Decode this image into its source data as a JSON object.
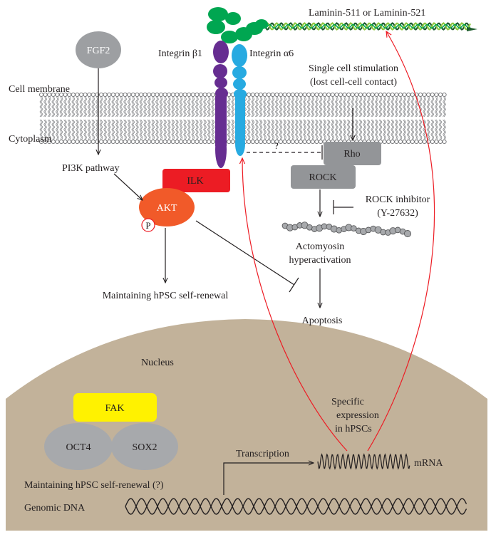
{
  "labels": {
    "laminin": "Laminin-511 or Laminin-521",
    "integrin_b1": "Integrin β1",
    "integrin_a6": "Integrin α6",
    "fgf2": "FGF2",
    "cell_membrane": "Cell membrane",
    "cytoplasm": "Cytoplasm",
    "pi3k": "PI3K pathway",
    "ilk": "ILK",
    "akt": "AKT",
    "phospho": "P",
    "single_cell_1": "Single cell stimulation",
    "single_cell_2": "(lost cell-cell contact)",
    "question": "?",
    "rho": "Rho",
    "rock": "ROCK",
    "rock_inhibitor_1": "ROCK inhibitor",
    "rock_inhibitor_2": "(Y-27632)",
    "actomyosin_1": "Actomyosin",
    "actomyosin_2": "hyperactivation",
    "self_renewal": "Maintaining hPSC self-renewal",
    "apoptosis": "Apoptosis",
    "nucleus": "Nucleus",
    "fak": "FAK",
    "oct4": "OCT4",
    "sox2": "SOX2",
    "self_renewal_q": "Maintaining hPSC self-renewal (?)",
    "genomic_dna": "Genomic DNA",
    "transcription": "Transcription",
    "mrna": "mRNA",
    "specific_1": "Specific",
    "specific_2": "expression",
    "specific_3": "in hPSCs"
  },
  "colors": {
    "nucleus": "#c2b29a",
    "membrane": "#7a7a7a",
    "fgf2": "#9d9fa2",
    "ilk": "#ec1c24",
    "akt": "#f15a29",
    "rho_rock": "#939598",
    "fak": "#fff200",
    "oct4_sox2": "#a7a9ac",
    "integrin_b1": "#662d91",
    "integrin_a6": "#27aae1",
    "laminin_green": "#00a651",
    "laminin_dark": "#1e5c2e",
    "laminin_light": "#8dc63f",
    "feedback_arrow": "#ed1c24"
  }
}
